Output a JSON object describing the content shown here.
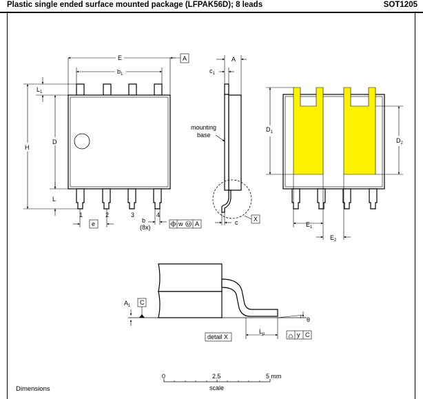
{
  "header": {
    "title": "Plastic single ended surface mounted package (LFPAK56D); 8 leads",
    "code": "SOT1205"
  },
  "labels": {
    "E": "E",
    "A_box": "A",
    "b1": "b",
    "b1_sub": "1",
    "L1": "L",
    "L1_sub": "1",
    "D": "D",
    "H": "H",
    "L": "L",
    "pins": [
      "1",
      "2",
      "3",
      "4"
    ],
    "e": "e",
    "b": "b",
    "b_count": "(8x)",
    "tol_w": "w",
    "tol_m": "M",
    "tol_ref": "A",
    "A_side": "A",
    "c1": "c",
    "c1_sub": "1",
    "mounting_base_1": "mounting",
    "mounting_base_2": "base",
    "c": "c",
    "X_box": "X",
    "D1": "D",
    "D1_sub": "1",
    "D2": "D",
    "D2_sub": "2",
    "E1": "E",
    "E1_sub": "1",
    "E2": "E",
    "E2_sub": "2",
    "A1": "A",
    "A1_sub": "1",
    "C_box": "C",
    "detail": "detail X",
    "Lp": "L",
    "Lp_sub": "p",
    "theta": "θ",
    "tol_y": "y",
    "tol_C": "C"
  },
  "scale": {
    "ticks": [
      "0",
      "2.5",
      "5 mm"
    ],
    "label": "scale"
  },
  "footer": {
    "dimensions": "Dimensions"
  }
}
